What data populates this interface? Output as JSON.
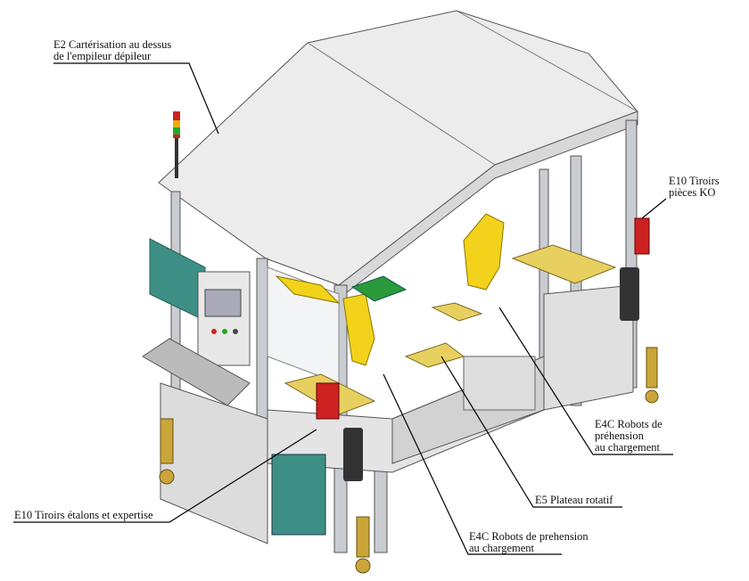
{
  "labels": {
    "e2": {
      "line1": "E2  Cartérisation au dessus",
      "line2": "de l'empileur dépileur"
    },
    "e10_ko": {
      "line1": "E10 Tiroirs",
      "line2": "pièces KO"
    },
    "e4c_right": {
      "line1": "E4C  Robots de",
      "line2": "préhension",
      "line3": "au chargement"
    },
    "e5": {
      "line1": "E5  Plateau rotatif"
    },
    "e10_etalons": {
      "line1": "E10 Tiroirs étalons et expertise"
    },
    "e4c_bottom": {
      "line1": "E4C  Robots de prehension",
      "line2": "au chargement"
    }
  },
  "colors": {
    "frame": "#c9ccd0",
    "roof": "#ececec",
    "robot": "#f2d21a",
    "drawer": "#cc2222",
    "panel": "#3d8f86",
    "tray": "#e8d060",
    "green": "#2a9a3a"
  }
}
